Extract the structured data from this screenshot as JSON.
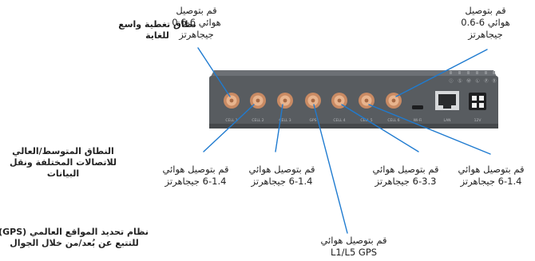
{
  "categories": {
    "wide_coverage": "نطاق تغطية واسع للغاية",
    "mid_high": [
      "النطاق المتوسط/العالي",
      "للاتصالات المختلفة ونقل",
      "البيانات"
    ],
    "gps": [
      "نظام تحديد المواقع العالمي (GPS)",
      "للتتبع عن بُعد/من خلال الجوال"
    ]
  },
  "callouts": {
    "top_left": [
      "قم بتوصيل",
      "هوائي 6-0.6",
      "جيجاهرتز"
    ],
    "top_right": [
      "قم بتوصيل",
      "هوائي 6-0.6",
      "جيجاهرتز"
    ],
    "cell1": [
      "قم بتوصيل هوائي",
      "6-1.4 جيجاهرتز"
    ],
    "cell2": [
      "قم بتوصيل هوائي",
      "6-1.4 جيجاهرتز"
    ],
    "cell4": [
      "قم بتوصيل هوائي",
      "6-3.3 جيجاهرتز"
    ],
    "cell6": [
      "قم بتوصيل هوائي",
      "6-1.4 جيجاهرتز"
    ],
    "gps": [
      "قم بتوصيل هوائي",
      "L1/L5 GPS"
    ]
  },
  "ports": [
    "CELL 1",
    "CELL 2",
    "CELL 3",
    "GPS",
    "CELL 4",
    "CELL 5",
    "CELL 6",
    "Wi-Fi"
  ],
  "rear_labels": {
    "lan": "LAN",
    "power": "12V"
  },
  "leds": [
    "ⓘ",
    "Ⓢ",
    "Ⓦ",
    "Ⓛ",
    "Ⓟ",
    "Ⓑ"
  ],
  "colors": {
    "device_body": "#525558",
    "device_face": "#5c6064",
    "connector": "#d9a07a",
    "leader_line": "#1f7bd0"
  }
}
